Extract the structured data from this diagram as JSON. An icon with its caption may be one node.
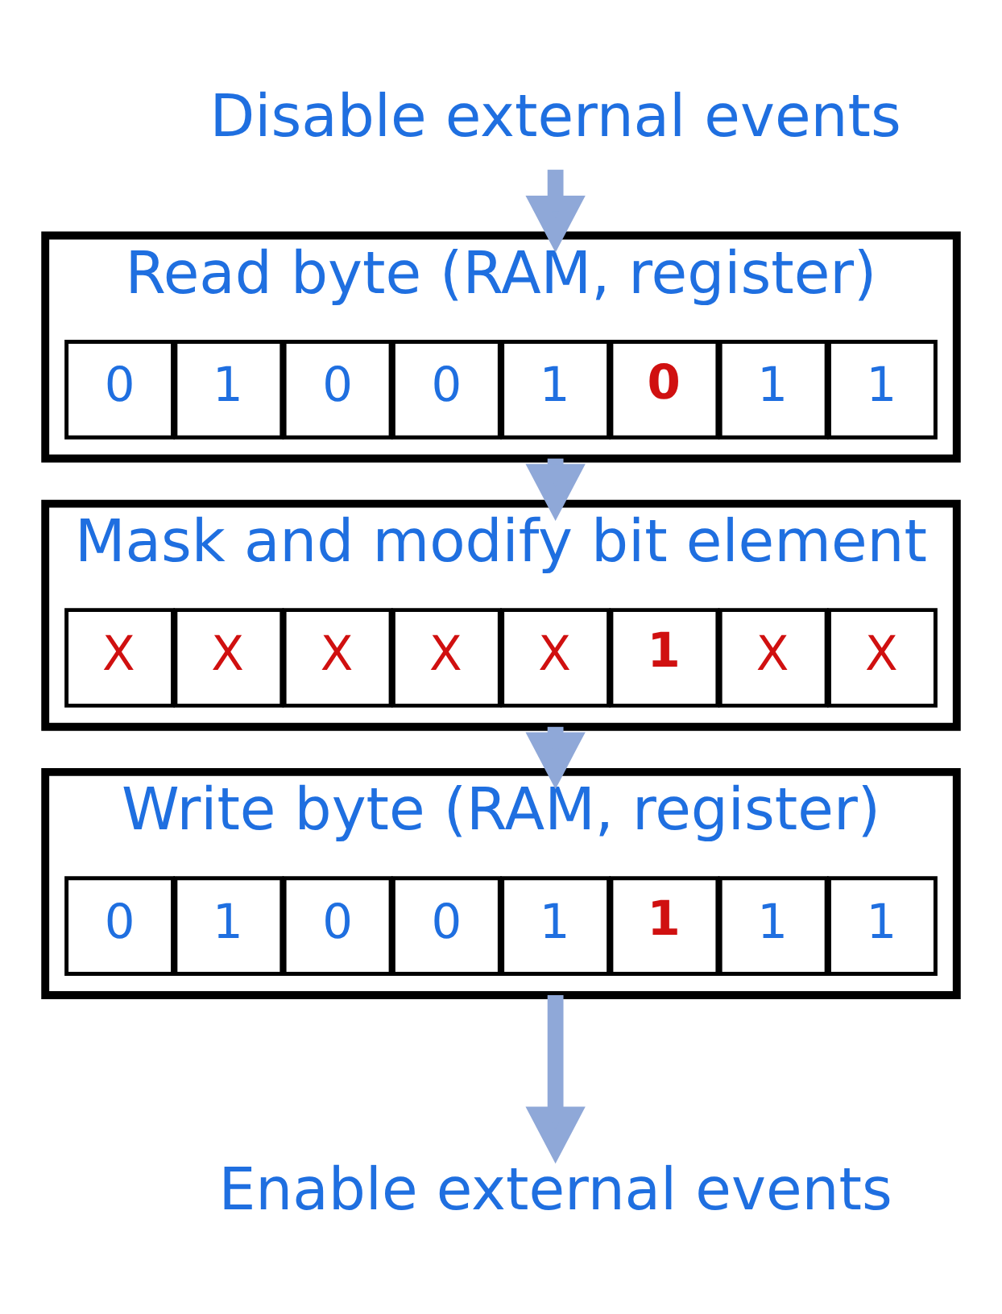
{
  "diagram": {
    "nodes": [
      {
        "text": [
          "Disable external events"
        ]
      },
      {
        "text": [
          "Read byte (RAM, register)"
        ]
      },
      {
        "text": [
          "0"
        ],
        "in": 1
      },
      {
        "text": [
          "1"
        ],
        "in": 1
      },
      {
        "text": [
          "0"
        ],
        "in": 1
      },
      {
        "text": [
          "0"
        ],
        "in": 1
      },
      {
        "text": [
          "1"
        ],
        "in": 1
      },
      {
        "text": [
          "0"
        ],
        "in": 1
      },
      {
        "text": [
          "1"
        ],
        "in": 1
      },
      {
        "text": [
          "1"
        ],
        "in": 1
      },
      {
        "text": [
          "Mask and modify bit element"
        ]
      },
      {
        "text": [
          "X"
        ],
        "in": 10
      },
      {
        "text": [
          "X"
        ],
        "in": 10
      },
      {
        "text": [
          "X"
        ],
        "in": 10
      },
      {
        "text": [
          "X"
        ],
        "in": 10
      },
      {
        "text": [
          "X"
        ],
        "in": 10
      },
      {
        "text": [
          "1"
        ],
        "in": 10
      },
      {
        "text": [
          "X"
        ],
        "in": 10
      },
      {
        "text": [
          "X"
        ],
        "in": 10
      },
      {
        "text": [
          "Write byte (RAM, register)"
        ]
      },
      {
        "text": [
          "0"
        ],
        "in": 19
      },
      {
        "text": [
          "1"
        ],
        "in": 19
      },
      {
        "text": [
          "0"
        ],
        "in": 19
      },
      {
        "text": [
          "0"
        ],
        "in": 19
      },
      {
        "text": [
          "1"
        ],
        "in": 19
      },
      {
        "text": [
          "1"
        ],
        "in": 19
      },
      {
        "text": [
          "1"
        ],
        "in": 19
      },
      {
        "text": [
          "1"
        ],
        "in": 19
      },
      {
        "text": [
          "Enable external events"
        ]
      }
    ],
    "edges": [
      {
        "from": 0,
        "to": 1,
        "arrow": "to"
      },
      {
        "from": 1,
        "to": 10,
        "arrow": "to"
      },
      {
        "from": 10,
        "to": 19,
        "arrow": "to"
      },
      {
        "from": 19,
        "to": 28,
        "arrow": "to"
      }
    ]
  }
}
